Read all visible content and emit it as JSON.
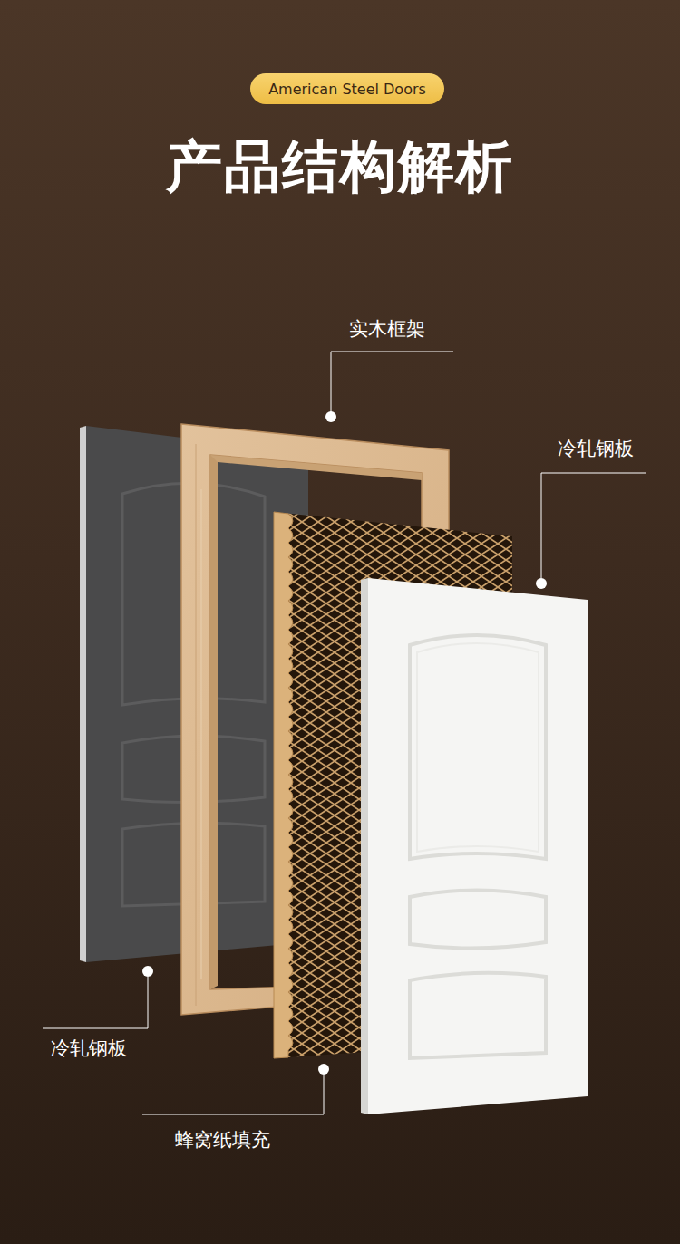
{
  "diagram": {
    "title": "产品结构解析",
    "nodes": [
      {
        "text": [
          "American Steel Doors"
        ]
      }
    ],
    "labels": [
      "实木框架",
      "冷轧钢板",
      "冷轧钢板",
      "蜂窝纸填充"
    ]
  }
}
